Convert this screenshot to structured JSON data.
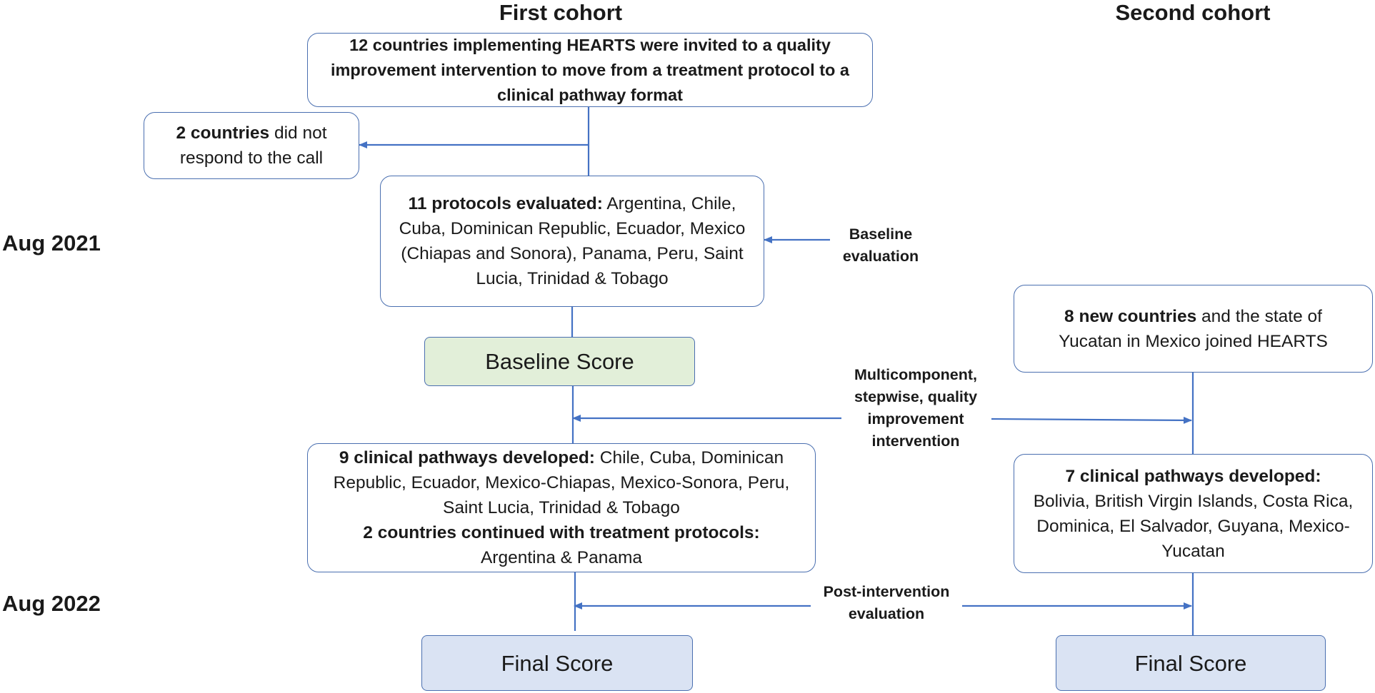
{
  "headers": {
    "first_cohort": "First cohort",
    "second_cohort": "Second cohort"
  },
  "dates": {
    "aug_2021": "Aug 2021",
    "aug_2022": "Aug 2022"
  },
  "boxes": {
    "invited": {
      "text": "12 countries implementing HEARTS were invited to a quality improvement intervention to move from a treatment protocol to a clinical pathway format"
    },
    "no_response": {
      "bold": "2 countries",
      "rest": " did not respond to the call"
    },
    "protocols": {
      "bold": "11 protocols evaluated:",
      "rest": " Argentina, Chile, Cuba, Dominican Republic, Ecuador, Mexico (Chiapas and Sonora), Panama, Peru, Saint Lucia, Trinidad & Tobago"
    },
    "baseline_score": {
      "text": "Baseline Score"
    },
    "new_countries": {
      "bold": "8 new countries",
      "rest": " and the state of Yucatan in Mexico joined HEARTS"
    },
    "first_pathways": {
      "bold1": "9 clinical pathways developed:",
      "rest1": " Chile, Cuba, Dominican Republic, Ecuador, Mexico-Chiapas, Mexico-Sonora, Peru, Saint Lucia, Trinidad & Tobago",
      "bold2": "2 countries continued with treatment protocols:",
      "rest2": "Argentina & Panama"
    },
    "second_pathways": {
      "bold": "7 clinical pathways developed:",
      "rest": "Bolivia, British Virgin Islands, Costa Rica, Dominica, El Salvador, Guyana, Mexico-Yucatan"
    },
    "final_score_1": {
      "text": "Final Score"
    },
    "final_score_2": {
      "text": "Final Score"
    }
  },
  "labels": {
    "baseline_eval": "Baseline evaluation",
    "intervention": "Multicomponent, stepwise, quality improvement intervention",
    "post_eval": "Post-intervention evaluation"
  },
  "colors": {
    "border": "#4a6fb0",
    "arrow": "#4472c4",
    "green_fill": "#e2efd9",
    "blue_fill": "#dae3f3"
  }
}
